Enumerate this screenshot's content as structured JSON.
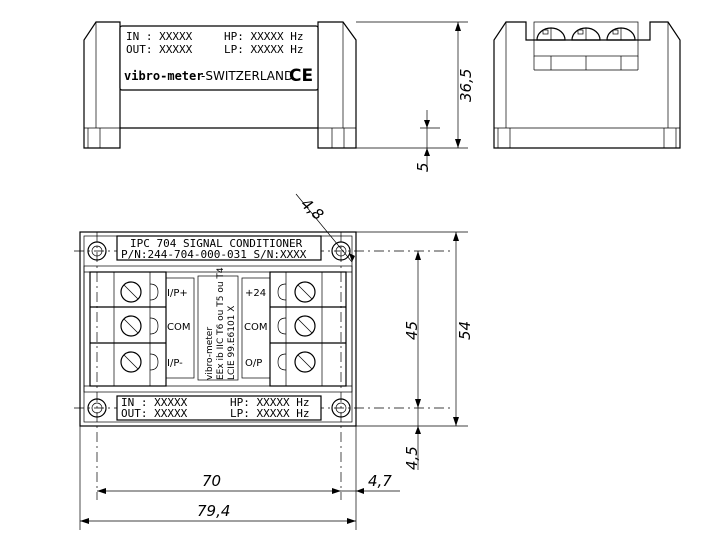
{
  "top_label": {
    "in": "IN : XXXXX",
    "out": "OUT: XXXXX",
    "hp": "HP: XXXXX Hz",
    "lp": "LP: XXXXX Hz",
    "brand": "vibro-meter",
    "brand_suffix": "-SWITZERLAND",
    "ce": "CE"
  },
  "plan": {
    "title": "IPC 704 SIGNAL CONDITIONER",
    "part": "P/N:244-704-000-031 S/N:XXXX",
    "left_terminals": [
      "I/P+",
      "COM",
      "I/P-"
    ],
    "right_terminals": [
      "+24",
      "COM",
      "O/P"
    ],
    "center_text": [
      "vibro-meter",
      "EEx ib IIC T6 ou T5 ou T4",
      "LCIE 99.E6101 X"
    ],
    "bottom_in": "IN : XXXXX",
    "bottom_out": "OUT: XXXXX",
    "bottom_hp": "HP: XXXXX Hz",
    "bottom_lp": "LP: XXXXX Hz"
  },
  "dimensions": {
    "d36_5": "36,5",
    "d5": "5",
    "d4_8": "4,8",
    "d45": "45",
    "d54": "54",
    "d4_5": "4,5",
    "d70": "70",
    "d4_7": "4,7",
    "d79_4": "79,4"
  }
}
